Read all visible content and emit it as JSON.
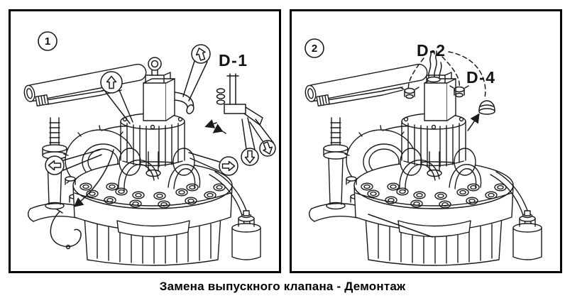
{
  "caption": "Замена выпускного клапана - Демонтаж",
  "panels": [
    {
      "number": "1",
      "labels": {
        "d1": "D-1"
      }
    },
    {
      "number": "2",
      "labels": {
        "d2": "D-2",
        "d4": "D-4"
      }
    }
  ],
  "glyphs": {
    "screw_callout": "circled block arrow",
    "step_badge": "circled number",
    "leader": "tapered leader line"
  },
  "colors": {
    "line": "#1b1b1b",
    "panel_border": "#000000",
    "background": "#ffffff",
    "text": "#000000"
  }
}
